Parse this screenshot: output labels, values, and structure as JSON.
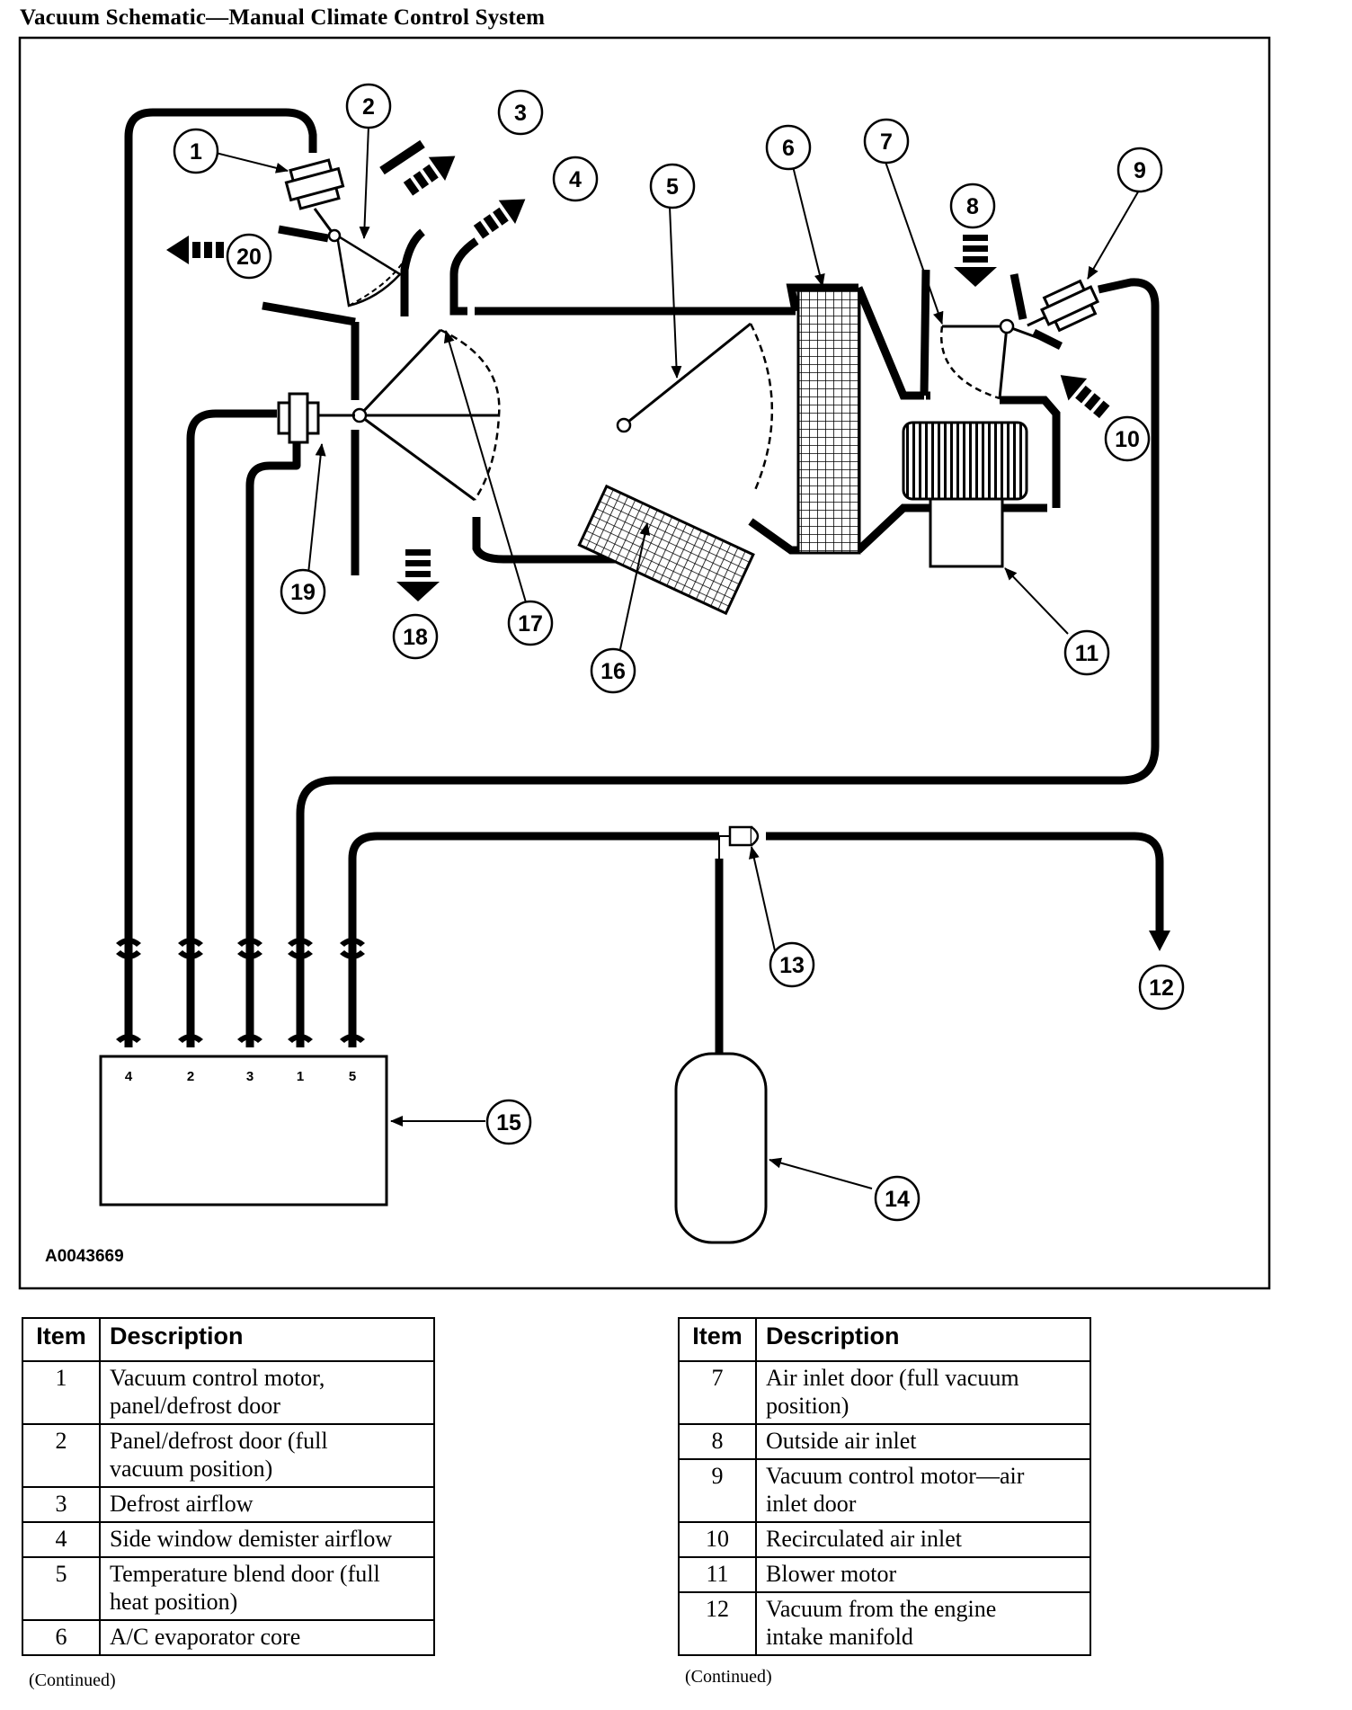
{
  "title": "Vacuum Schematic—Manual Climate Control System",
  "figure_code": "A0043669",
  "callouts": [
    "1",
    "2",
    "3",
    "4",
    "5",
    "6",
    "7",
    "8",
    "9",
    "10",
    "11",
    "12",
    "13",
    "14",
    "15",
    "16",
    "17",
    "18",
    "19",
    "20"
  ],
  "port_labels": [
    "4",
    "2",
    "3",
    "1",
    "5"
  ],
  "legend_left": {
    "headers": {
      "item": "Item",
      "description": "Description"
    },
    "rows": [
      {
        "item": "1",
        "lines": [
          "Vacuum control motor,",
          "panel/defrost door"
        ]
      },
      {
        "item": "2",
        "lines": [
          "Panel/defrost door (full",
          "vacuum position)"
        ]
      },
      {
        "item": "3",
        "lines": [
          "Defrost airflow"
        ]
      },
      {
        "item": "4",
        "lines": [
          "Side window demister airflow"
        ]
      },
      {
        "item": "5",
        "lines": [
          "Temperature blend door (full",
          "heat position)"
        ]
      },
      {
        "item": "6",
        "lines": [
          "A/C evaporator core"
        ]
      }
    ],
    "continued": "(Continued)"
  },
  "legend_right": {
    "headers": {
      "item": "Item",
      "description": "Description"
    },
    "rows": [
      {
        "item": "7",
        "lines": [
          "Air inlet door (full vacuum",
          "position)"
        ]
      },
      {
        "item": "8",
        "lines": [
          "Outside air inlet"
        ]
      },
      {
        "item": "9",
        "lines": [
          "Vacuum control motor—air",
          "inlet door"
        ]
      },
      {
        "item": "10",
        "lines": [
          "Recirculated air inlet"
        ]
      },
      {
        "item": "11",
        "lines": [
          "Blower motor"
        ]
      },
      {
        "item": "12",
        "lines": [
          "Vacuum from the engine",
          "intake manifold"
        ]
      }
    ],
    "continued": "(Continued)"
  }
}
